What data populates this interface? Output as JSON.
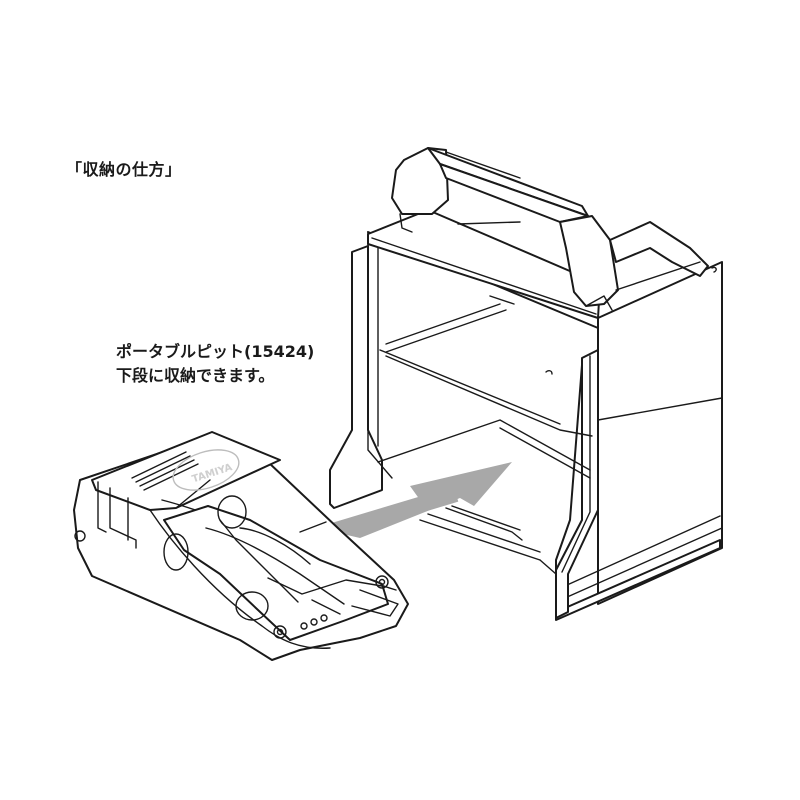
{
  "heading": "「収納の仕方」",
  "note": {
    "line1": "ポータブルピット(15424)",
    "line2": "下段に収納できます。"
  },
  "illustration": {
    "items": [
      "portable-pit-with-car",
      "storage-case-with-handle",
      "insert-arrow"
    ],
    "arrow_color": "#a8a8a8",
    "line_color": "#1a1a1a",
    "logo_text": "TAMIYA"
  }
}
